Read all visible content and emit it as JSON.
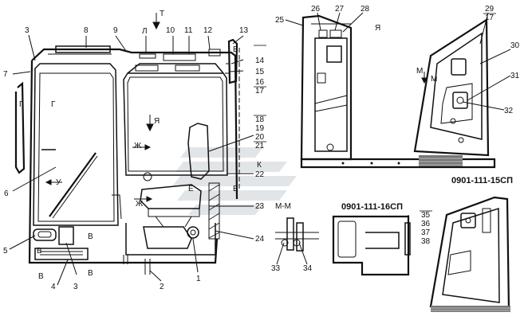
{
  "view_letters": {
    "t": "Т",
    "l": "Л",
    "b": "Б",
    "ya_top": "Я",
    "ya_body": "Я",
    "g1": "Г",
    "g2": "Г",
    "m1": "М",
    "m2": "М",
    "zh1": "Ж",
    "zh2": "Ж",
    "u": "У",
    "k": "К",
    "e1": "Е",
    "e2": "Е",
    "v1": "В",
    "v2": "В",
    "v3": "В",
    "v4": "В"
  },
  "section_mm": "М-М",
  "codes": {
    "right_top": "0901-111-15СП",
    "mid": "0901-111-16СП"
  },
  "callouts": [
    "1",
    "2",
    "3",
    "3",
    "4",
    "5",
    "6",
    "7",
    "8",
    "9",
    "10",
    "11",
    "12",
    "13",
    "14",
    "15",
    "16",
    "17",
    "18",
    "19",
    "20",
    "21",
    "22",
    "23",
    "24",
    "25",
    "26",
    "27",
    "28",
    "29",
    "17",
    "30",
    "31",
    "32",
    "33",
    "34",
    "35",
    "36",
    "37",
    "38"
  ],
  "icons": [
    "view-arrow-icon",
    "watermark-logo-icon"
  ]
}
